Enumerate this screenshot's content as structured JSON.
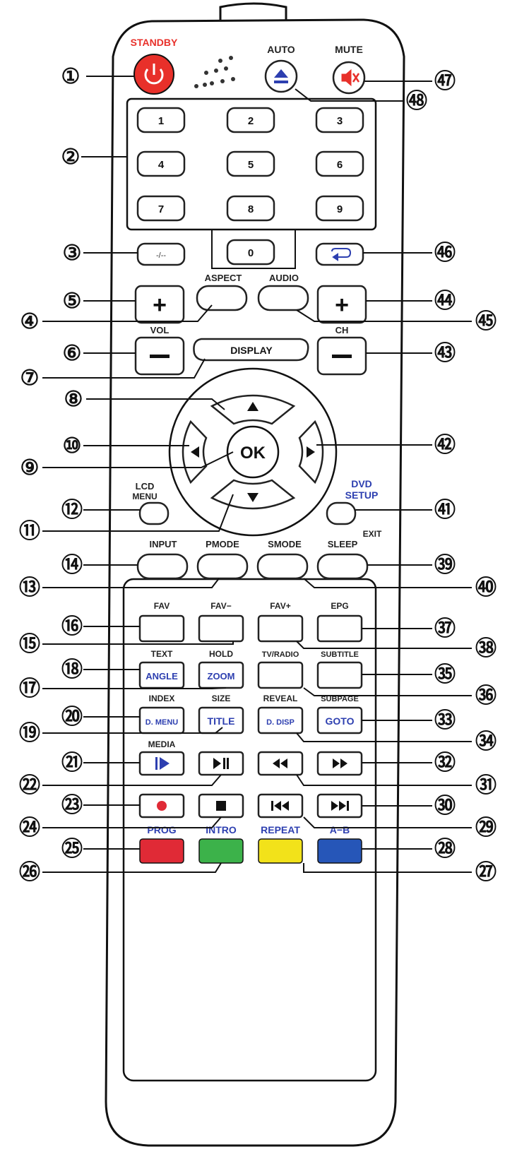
{
  "labels": {
    "standby": "STANDBY",
    "auto": "AUTO",
    "mute": "MUTE",
    "aspect": "ASPECT",
    "audio": "AUDIO",
    "vol": "VOL",
    "ch": "CH",
    "display": "DISPLAY",
    "ok": "OK",
    "lcd": "LCD",
    "menu": "MENU",
    "dvd": "DVD",
    "setup": "SETUP",
    "exit": "EXIT",
    "input": "INPUT",
    "pmode": "PMODE",
    "smode": "SMODE",
    "sleep": "SLEEP",
    "fav": "FAV",
    "fav_minus": "FAV−",
    "fav_plus": "FAV+",
    "epg": "EPG",
    "text": "TEXT",
    "hold": "HOLD",
    "tv_radio": "TV/RADIO",
    "subtitle": "SUBTITLE",
    "angle": "ANGLE",
    "zoom": "ZOOM",
    "index": "INDEX",
    "size": "SIZE",
    "reveal": "REVEAL",
    "subpage": "SUBPAGE",
    "d_menu": "D. MENU",
    "title": "TITLE",
    "d_disp": "D. DISP",
    "goto": "GOTO",
    "media": "MEDIA",
    "prog": "PROG",
    "intro": "INTRO",
    "repeat": "REPEAT",
    "a_b": "A−B",
    "dash": "-/--"
  },
  "digits": [
    "1",
    "2",
    "3",
    "4",
    "5",
    "6",
    "7",
    "8",
    "9",
    "0"
  ],
  "callouts": {
    "n1": "①",
    "n2": "②",
    "n3": "③",
    "n4": "④",
    "n5": "⑤",
    "n6": "⑥",
    "n7": "⑦",
    "n8": "⑧",
    "n9": "⑨",
    "n10": "⑩",
    "n11": "⑪",
    "n12": "⑫",
    "n13": "⑬",
    "n14": "⑭",
    "n15": "⑮",
    "n16": "⑯",
    "n17": "⑰",
    "n18": "⑱",
    "n19": "⑲",
    "n20": "⑳",
    "n21": "㉑",
    "n22": "㉒",
    "n23": "㉓",
    "n24": "㉔",
    "n25": "㉕",
    "n26": "㉖",
    "n27": "㉗",
    "n28": "㉘",
    "n29": "㉙",
    "n30": "㉚",
    "n31": "㉛",
    "n32": "㉜",
    "n33": "㉝",
    "n34": "㉞",
    "n35": "㉟",
    "n36": "㊱",
    "n37": "㊲",
    "n38": "㊳",
    "n39": "㊴",
    "n40": "㊵",
    "n41": "㊶",
    "n42": "㊷",
    "n43": "㊸",
    "n44": "㊹",
    "n45": "㊺",
    "n46": "㊻",
    "n47": "㊼",
    "n48": "㊽"
  },
  "colors": {
    "standby_red": "#e8302a",
    "mute_red": "#e8302a",
    "label_blue": "#2d3fb0",
    "red_key": "#e02a36",
    "green_key": "#3cb24a",
    "yellow_key": "#f2e21a",
    "blue_key": "#2656b8"
  }
}
